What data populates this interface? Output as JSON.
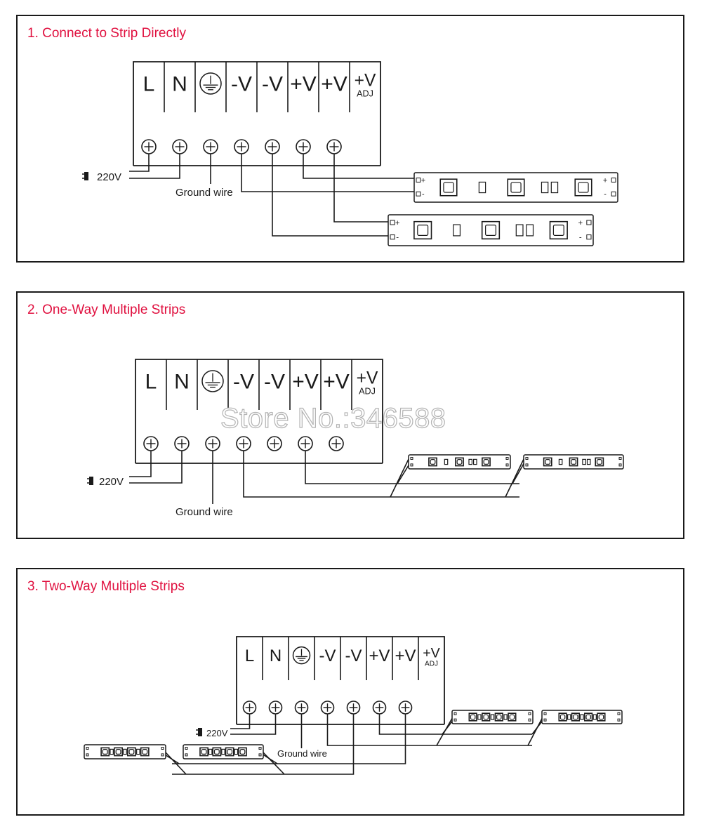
{
  "panels": [
    {
      "title": "1. Connect to Strip Directly"
    },
    {
      "title": "2. One-Way Multiple Strips"
    },
    {
      "title": "3. Two-Way Multiple Strips"
    }
  ],
  "terminals": [
    "L",
    "N",
    "earth",
    "-V",
    "-V",
    "+V",
    "+V",
    "+V"
  ],
  "adj_label": "ADJ",
  "input_label": "220V",
  "ground_label": "Ground wire",
  "strip_plus": "+",
  "strip_minus": "-",
  "watermark": "Store No.:346588",
  "colors": {
    "title": "#e0103f",
    "line": "#1a1a1a",
    "watermark_stroke": "#b3b3b3"
  }
}
